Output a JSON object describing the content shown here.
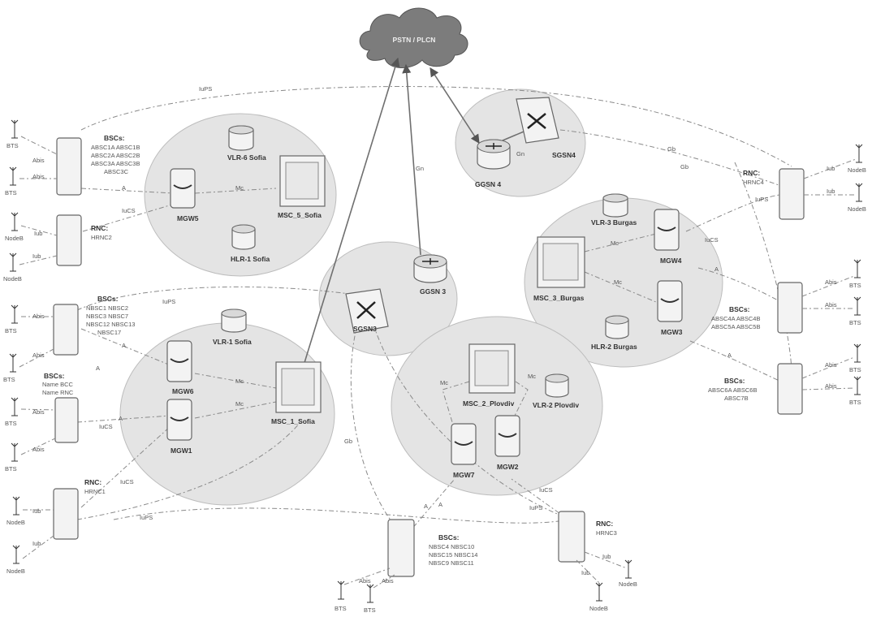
{
  "cloud": {
    "label": "PSTN / PLCN"
  },
  "zones": {
    "sofia_top": {
      "vlr": "VLR-6 Sofia",
      "msc": "MSC_5_Sofia",
      "hlr": "HLR-1 Sofia",
      "mgw": "MGW5"
    },
    "burgas": {
      "vlr": "VLR-3 Burgas",
      "msc": "MSC_3_Burgas",
      "hlr": "HLR-2 Burgas",
      "mgw_a": "MGW4",
      "mgw_b": "MGW3"
    },
    "sofia_bottom": {
      "vlr": "VLR-1 Sofia",
      "msc": "MSC_1_Sofia",
      "mgw_a": "MGW6",
      "mgw_b": "MGW1"
    },
    "plovdiv": {
      "msc": "MSC_2_Plovdiv",
      "vlr": "VLR-2 Plovdiv",
      "mgw_a": "MGW7",
      "mgw_b": "MGW2"
    }
  },
  "core": {
    "sgsn_top": "SGSN4",
    "ggsn_top": "GGSN 4",
    "ggsn_mid": "GGSN 3",
    "sgsn_mid": "SGSN3"
  },
  "controllers": {
    "bsc_top_left": {
      "title": "BSCs:",
      "lines": [
        "ABSC1A ABSC1B",
        "ABSC2A ABSC2B",
        "ABSC3A ABSC3B",
        "ABSC3C"
      ]
    },
    "rnc_left_top": {
      "title": "RNC:",
      "lines": [
        "HRNC2"
      ]
    },
    "bsc_mid_left": {
      "title": "BSCs:",
      "lines": [
        "NBSC1 NBSC2",
        "NBSC3 NBSC7",
        "NBSC12 NBSC13",
        "NBSC17"
      ]
    },
    "bsc_small_left": {
      "title": "BSCs:",
      "lines": [
        "Name BCC",
        "Name RNC"
      ]
    },
    "rnc_bottom_left": {
      "title": "RNC:",
      "lines": [
        "HRNC1"
      ]
    },
    "bsc_bottom_center": {
      "title": "BSCs:",
      "lines": [
        "NBSC4 NBSC10",
        "NBSC15 NBSC14",
        "NBSC9 NBSC11"
      ]
    },
    "rnc_bottom_right": {
      "title": "RNC:",
      "lines": [
        "HRNC3"
      ]
    },
    "rnc_right_top": {
      "title": "RNC:",
      "lines": [
        "HRNC4"
      ]
    },
    "bsc_right_mid": {
      "title": "BSCs:",
      "lines": [
        "ABSC4A ABSC4B",
        "ABSC5A ABSC5B"
      ]
    },
    "bsc_right_bottom": {
      "title": "BSCs:",
      "lines": [
        "ABSC6A ABSC6B",
        "ABSC7B"
      ]
    }
  },
  "radio": {
    "bts": "BTS",
    "nodeb": "NodeB"
  },
  "links": {
    "gb": "Gb",
    "gn": "Gn",
    "iups": "IuPS",
    "iucs": "IuCS",
    "a": "A",
    "mc": "Mc",
    "abis": "Abis",
    "iub": "Iub"
  }
}
